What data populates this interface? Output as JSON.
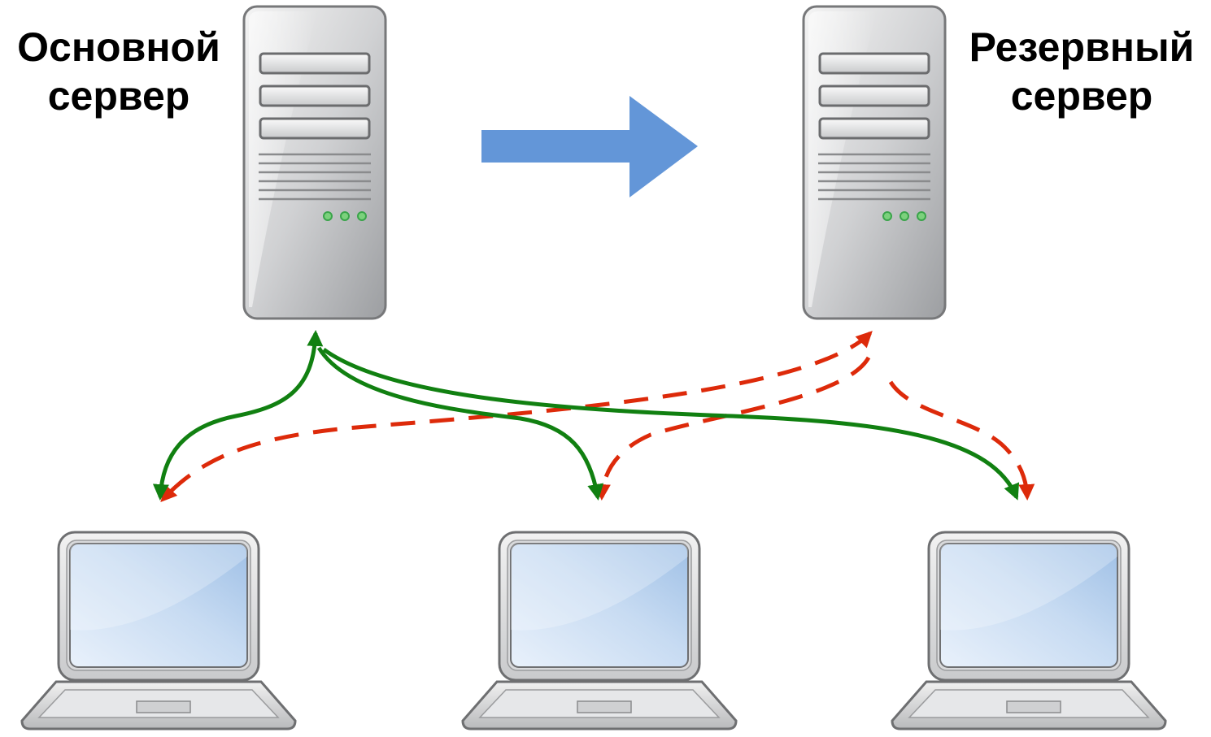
{
  "primary_server": {
    "label_line1": "Основной",
    "label_line2": "сервер"
  },
  "backup_server": {
    "label_line1": "Резервный",
    "label_line2": "сервер"
  },
  "colors": {
    "replication_arrow": "#6396d8",
    "active_connection": "#118011",
    "failover_connection": "#dd2a0a",
    "server_body": "#c4c5c7",
    "laptop_screen": "#b4cdea",
    "led": "#3aa44a"
  },
  "icons": {
    "server": "server-tower-icon",
    "laptop": "laptop-icon",
    "replication": "right-arrow-icon"
  }
}
